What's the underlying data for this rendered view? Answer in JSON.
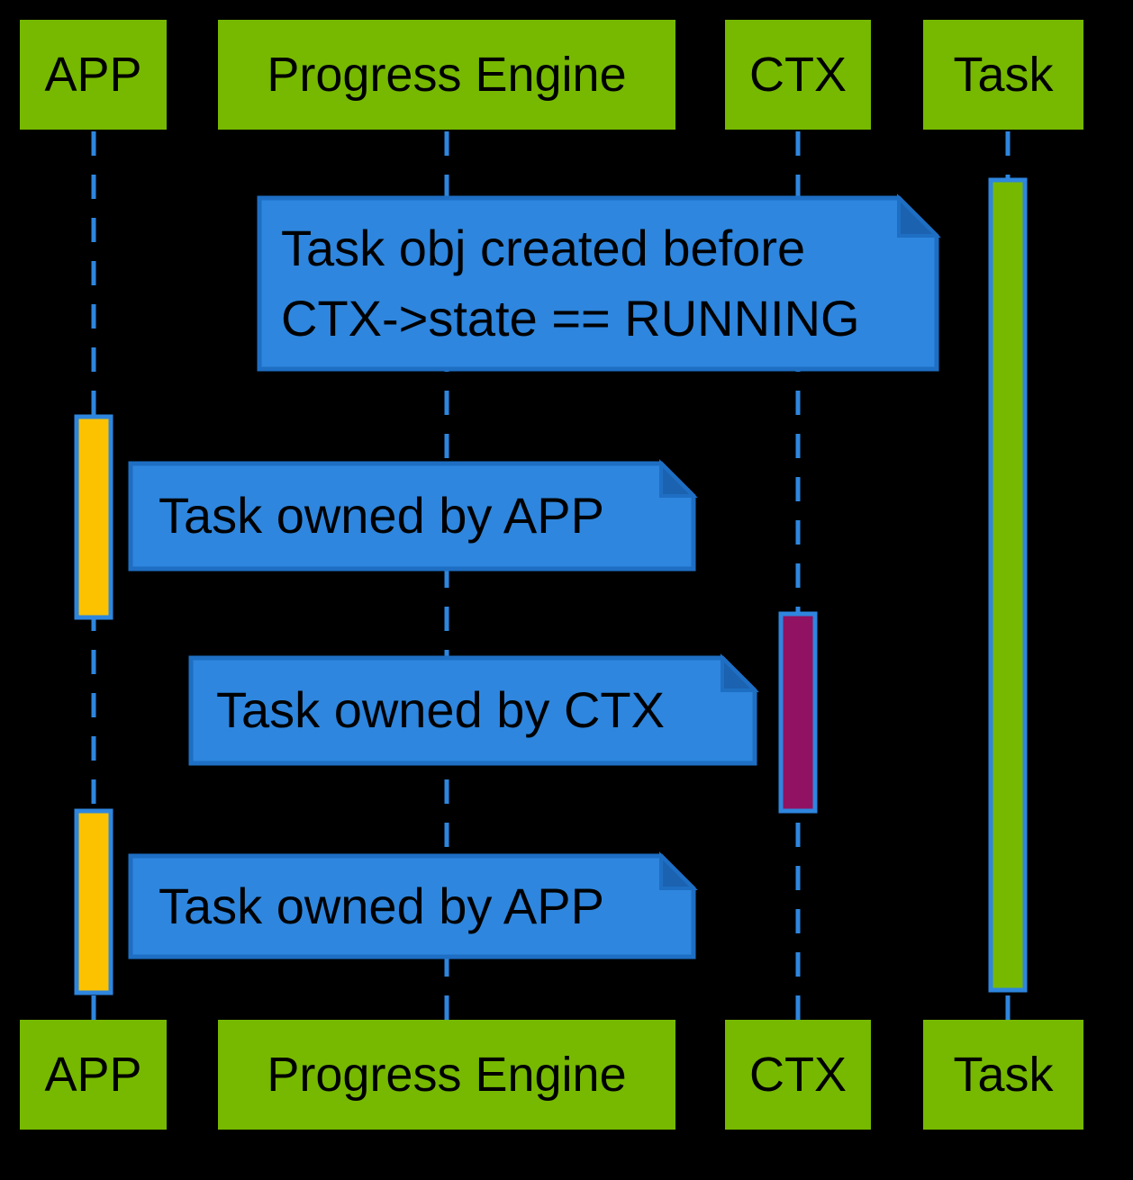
{
  "diagram": {
    "type": "uml-sequence-diagram",
    "background": "#000000"
  },
  "participants": [
    {
      "id": "app",
      "label": "APP"
    },
    {
      "id": "progress-engine",
      "label": "Progress Engine"
    },
    {
      "id": "ctx",
      "label": "CTX"
    },
    {
      "id": "task",
      "label": "Task"
    }
  ],
  "notes": [
    {
      "id": "note-1",
      "lines": [
        "Task obj created before",
        "CTX->state == RUNNING"
      ]
    },
    {
      "id": "note-2",
      "lines": [
        "Task owned by APP"
      ]
    },
    {
      "id": "note-3",
      "lines": [
        "Task owned by CTX"
      ]
    },
    {
      "id": "note-4",
      "lines": [
        "Task owned by APP"
      ]
    }
  ],
  "activations": [
    {
      "id": "task-activation",
      "lifeline": "Task",
      "color": "#76B900"
    },
    {
      "id": "app-activation-1",
      "lifeline": "APP",
      "color": "#FCC200"
    },
    {
      "id": "ctx-activation",
      "lifeline": "CTX",
      "color": "#911262"
    },
    {
      "id": "app-activation-2",
      "lifeline": "APP",
      "color": "#FCC200"
    }
  ],
  "colors": {
    "background": "#000000",
    "participant_box": "#76B900",
    "participant_text": "#000000",
    "lifeline": "#2E86DE",
    "activation_border": "#2E86DE",
    "activation_app": "#FCC200",
    "activation_ctx": "#911262",
    "activation_task": "#76B900",
    "note_fill": "#2E86DE",
    "note_border": "#1E6FC4",
    "note_fold": "#1B62B0",
    "note_text": "#000000"
  }
}
